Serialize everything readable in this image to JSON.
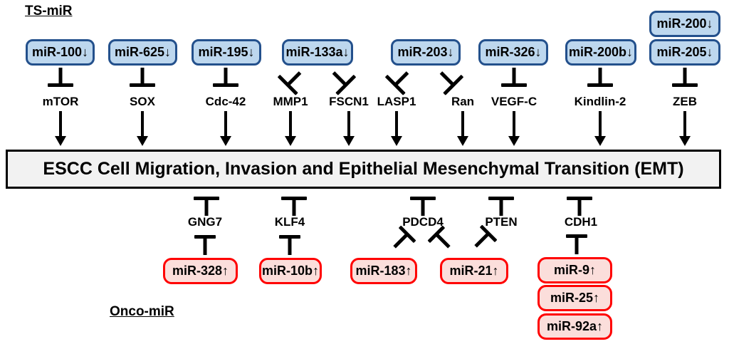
{
  "headers": {
    "ts": "TS-miR",
    "onco": "Onco-miR"
  },
  "center_box": {
    "text": "ESCC Cell Migration, Invasion and Epithelial Mesenchymal Transition (EMT)"
  },
  "ts_mirs": [
    "miR-100↓",
    "miR-625↓",
    "miR-195↓",
    "miR-133a↓",
    "miR-203↓",
    "miR-326↓",
    "miR-200b↓",
    "miR-200↓",
    "miR-205↓"
  ],
  "ts_targets": [
    "mTOR",
    "SOX",
    "Cdc-42",
    "MMP1",
    "FSCN1",
    "LASP1",
    "Ran",
    "VEGF-C",
    "Kindlin-2",
    "ZEB"
  ],
  "onco_targets": [
    "GNG7",
    "KLF4",
    "PDCD4",
    "PTEN",
    "CDH1"
  ],
  "onco_mirs": [
    "miR-328↑",
    "miR-10b↑",
    "miR-183↑",
    "miR-21↑",
    "miR-9↑",
    "miR-25↑",
    "miR-92a↑"
  ],
  "colors": {
    "ts_box_fill": "#BDD7EE",
    "ts_box_border": "#23508C",
    "onco_box_fill": "#FBDEDB",
    "onco_box_border": "#FF0000",
    "center_box_fill": "#F2F2F2",
    "line": "#000000"
  },
  "edges": {
    "ts_mir_inhibits": [
      {
        "mir": "miR-100",
        "target": "mTOR"
      },
      {
        "mir": "miR-625",
        "target": "SOX"
      },
      {
        "mir": "miR-195",
        "target": "Cdc-42"
      },
      {
        "mir": "miR-133a",
        "target": "MMP1"
      },
      {
        "mir": "miR-133a",
        "target": "FSCN1"
      },
      {
        "mir": "miR-203",
        "target": "LASP1"
      },
      {
        "mir": "miR-203",
        "target": "Ran"
      },
      {
        "mir": "miR-326",
        "target": "VEGF-C"
      },
      {
        "mir": "miR-200b",
        "target": "Kindlin-2"
      },
      {
        "mir": "miR-200",
        "target": "ZEB"
      },
      {
        "mir": "miR-205",
        "target": "ZEB"
      }
    ],
    "targets_promote_center": [
      "mTOR",
      "SOX",
      "Cdc-42",
      "MMP1",
      "FSCN1",
      "LASP1",
      "Ran",
      "VEGF-C",
      "Kindlin-2",
      "ZEB"
    ],
    "targets_inhibit_center": [
      "GNG7",
      "KLF4",
      "PDCD4",
      "PTEN",
      "CDH1"
    ],
    "onco_mir_inhibits": [
      {
        "mir": "miR-328",
        "target": "GNG7"
      },
      {
        "mir": "miR-10b",
        "target": "KLF4"
      },
      {
        "mir": "miR-183",
        "target": "PDCD4"
      },
      {
        "mir": "miR-21",
        "target": "PDCD4"
      },
      {
        "mir": "miR-21",
        "target": "PTEN"
      },
      {
        "mir": "miR-9",
        "target": "CDH1"
      },
      {
        "mir": "miR-25",
        "target": "CDH1"
      },
      {
        "mir": "miR-92a",
        "target": "CDH1"
      }
    ]
  }
}
